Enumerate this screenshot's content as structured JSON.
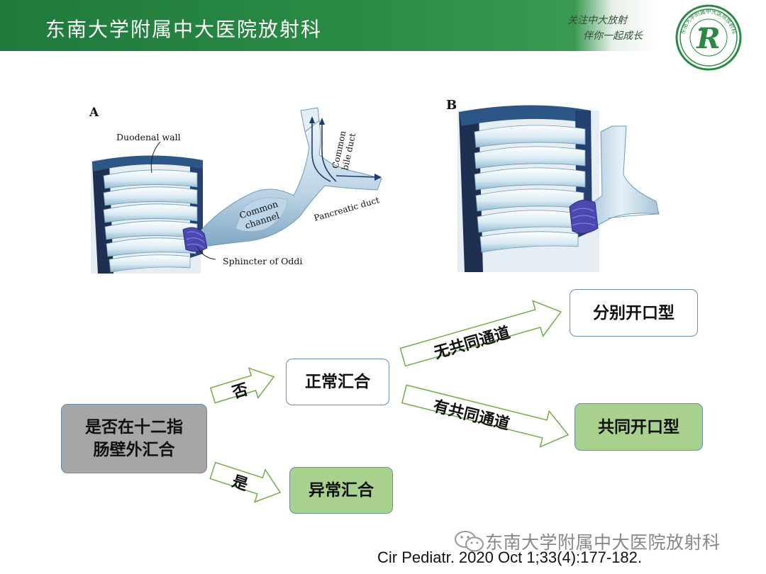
{
  "header": {
    "title": "东南大学附属中大医院放射科",
    "slogan_line1": "关注中大放射",
    "slogan_line2": "伴你一起成长",
    "logo_ring_text": "东南大学附属中大医院放射科",
    "logo_letter": "R"
  },
  "figure_a": {
    "panel_label": "A",
    "duodenal_wall": "Duodenal wall",
    "common_channel_line1": "Common",
    "common_channel_line2": "channel",
    "common_bile_duct_line1": "Common",
    "common_bile_duct_line2": "bile duct",
    "pancreatic_duct": "Pancreatic duct",
    "sphincter": "Sphincter of Oddi"
  },
  "figure_b": {
    "panel_label": "B"
  },
  "flow": {
    "root": {
      "line1": "是否在十二指",
      "line2": "肠壁外汇合"
    },
    "no_label": "否",
    "yes_label": "是",
    "normal": "正常汇合",
    "abnormal": "异常汇合",
    "no_common_channel": "无共同通道",
    "has_common_channel": "有共同通道",
    "separate_opening": "分别开口型",
    "common_opening": "共同开口型"
  },
  "watermark": "东南大学附属中大医院放射科",
  "citation": "Cir Pediatr. 2020 Oct 1;33(4):177-182.",
  "colors": {
    "header_green": "#1f7a3c",
    "box_green": "#a9d18e",
    "box_gray": "#a6a6a6",
    "box_border": "#6a8caf",
    "arrow_green": "#70ad47"
  }
}
